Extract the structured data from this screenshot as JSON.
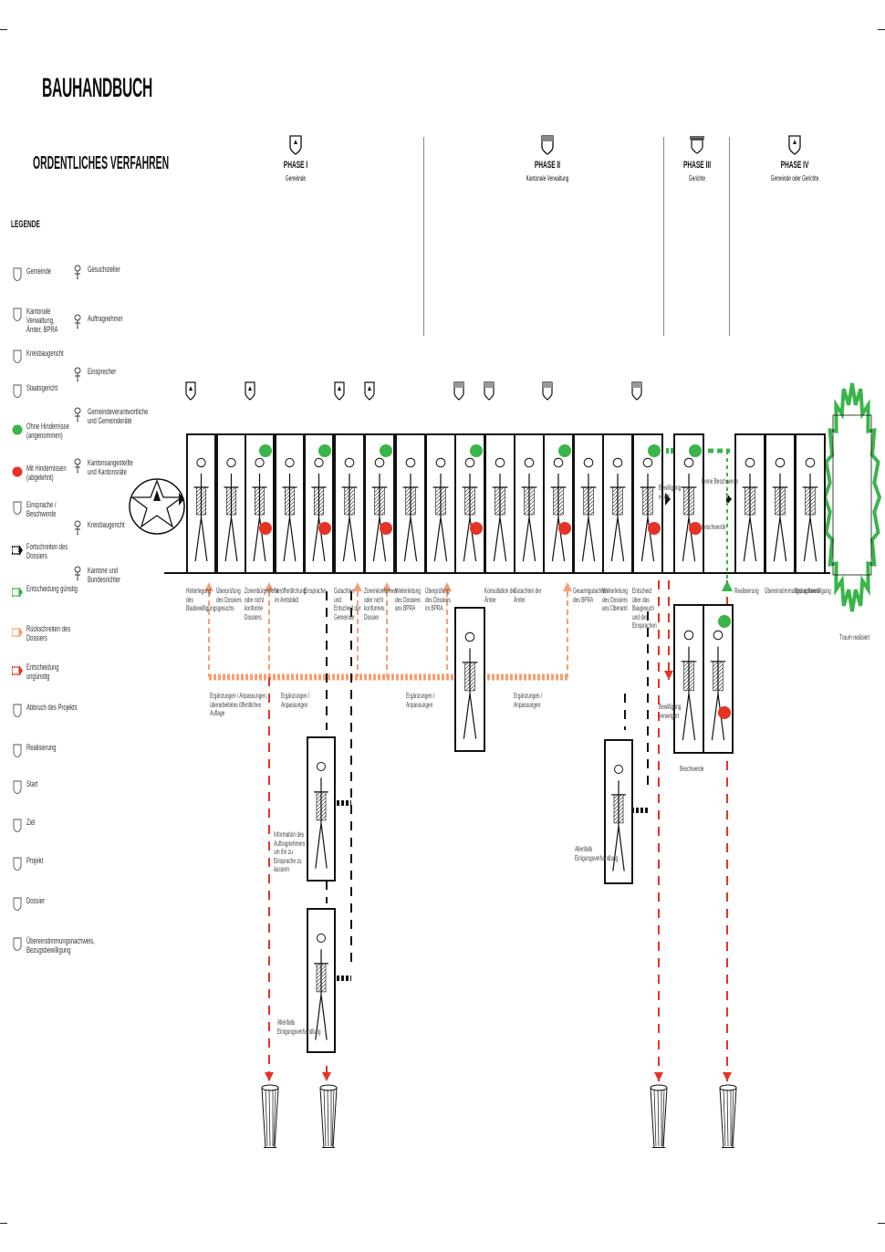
{
  "header": {
    "title": "BAUHANDBUCH",
    "subtitle": "ORDENTLICHES VERFAHREN"
  },
  "legend": {
    "title": "LEGENDE",
    "items": [
      {
        "icon": "commune-shield-icon",
        "label": "Gemeinde"
      },
      {
        "icon": "canton-shield-icon",
        "label": "Kantonale Verwaltung,\nÄmter, BPRA"
      },
      {
        "icon": "district-court-icon",
        "label": "Kreisbaugericht"
      },
      {
        "icon": "state-court-icon",
        "label": "Staatsgericht"
      },
      {
        "icon": "green-smiley-icon",
        "label": "Ohne Hindernisse (angenommen)",
        "color": "#39b54a"
      },
      {
        "icon": "red-smiley-icon",
        "label": "Mit Hindernissen (abgelehnt)",
        "color": "#e53325"
      },
      {
        "icon": "objection-icon",
        "label": "Einsprache / Beschwerde"
      },
      {
        "icon": "dossier-arrow-icon",
        "label": "Fortschreiten des Dossiers"
      },
      {
        "icon": "decision-positive-arrow-icon",
        "label": "Entscheidung günstig",
        "color": "#39b54a"
      },
      {
        "icon": "dossier-return-arrow-icon",
        "label": "Rückschreiten des Dossiers",
        "color": "#f5a073"
      },
      {
        "icon": "decision-negative-arrow-icon",
        "label": "Entscheidung ungünstig",
        "color": "#e53325"
      },
      {
        "icon": "project-abandoned-icon",
        "label": "Abbruch des Projekts"
      },
      {
        "icon": "realisation-icon",
        "label": "Realisierung"
      },
      {
        "icon": "start-icon",
        "label": "Start"
      },
      {
        "icon": "goal-icon",
        "label": "Ziel"
      },
      {
        "icon": "project-icon",
        "label": "Projekt"
      },
      {
        "icon": "dossier-icon",
        "label": "Dossier"
      },
      {
        "icon": "certificate-icon",
        "label": "Übereinstimmungsnachweis,\nBezugsbewilligung"
      }
    ],
    "items2": [
      {
        "icon": "builder-icon",
        "label": "Gesuchsteller"
      },
      {
        "icon": "contractor-icon",
        "label": "Auftragnehmer"
      },
      {
        "icon": "objector-icon",
        "label": "Einsprecher"
      },
      {
        "icon": "commune-responsible-icon",
        "label": "Gemeindeverantwortliche\nund Gemeinderäte"
      },
      {
        "icon": "canton-employee-icon",
        "label": "Kantonsangestellte\nund Kantonsräte"
      },
      {
        "icon": "judge-icon",
        "label": "Kreisbaugericht"
      },
      {
        "icon": "state-judge-icon",
        "label": "Kantone und\nBundesrichter"
      }
    ]
  },
  "phases": [
    {
      "name": "PHASE I",
      "desc": "Gemeinde"
    },
    {
      "name": "PHASE II",
      "desc": "Kantonale Verwaltung"
    },
    {
      "name": "PHASE III",
      "desc": "Gerichte"
    },
    {
      "name": "PHASE IV",
      "desc": "Gemeinde oder Gerichte"
    }
  ],
  "steps": [
    "Hinterlegung des Baubewilligungsgesuchs",
    "Überprüfung des Dossiers",
    "Zonenbürgerliche oder nicht konforme Dossiers",
    "Veröffentlichung im Amtsblatt",
    "Einsprache",
    "Gutachten und Entscheid der Gemeinde",
    "Zonenkonformes oder nicht konformes Dossier",
    "Weiterleitung des Dossiers ans BPRA",
    "Überprüfung des Dossiers im BPRA",
    "Konsultation der Ämter",
    "Gutachten der Ämter",
    "Gesamtgutachten des BPRA",
    "Weiterleitung des Dossiers ans Oberamt",
    "Entscheid über das Baugesuch und die Einsprachen",
    "Realisierung",
    "Übereinstimmungsnachweis",
    "Bezugsbewilligung"
  ],
  "branches": {
    "ergaenzungen_1": "Ergänzungen / Anpassungen,\nüberarbeitetes öffentliches Auflage",
    "ergaenzungen_2": "Ergänzungen / Anpassungen",
    "ergaenzungen_3": "Ergänzungen / Anpassungen",
    "ergaenzungen_4": "Ergänzungen / Anpassungen",
    "information": "Information des Auftragnehmers um ihn zu Einsprache zu äussern",
    "einigung_1": "Allenfalls\nEinigungsverhandlung",
    "einigung_2": "Allenfalls\nEinigungsverhandlung",
    "bewilligung_erteilt": "Bewilligung\nerteilt",
    "bewilligung_verweigert": "Bewilligung\nverweigert",
    "keine_beschwerde": "Keine Beschwerde",
    "beschwerde": "Beschwerde",
    "beschwerde_2": "Beschwerde",
    "traum": "Traum realisiert"
  }
}
